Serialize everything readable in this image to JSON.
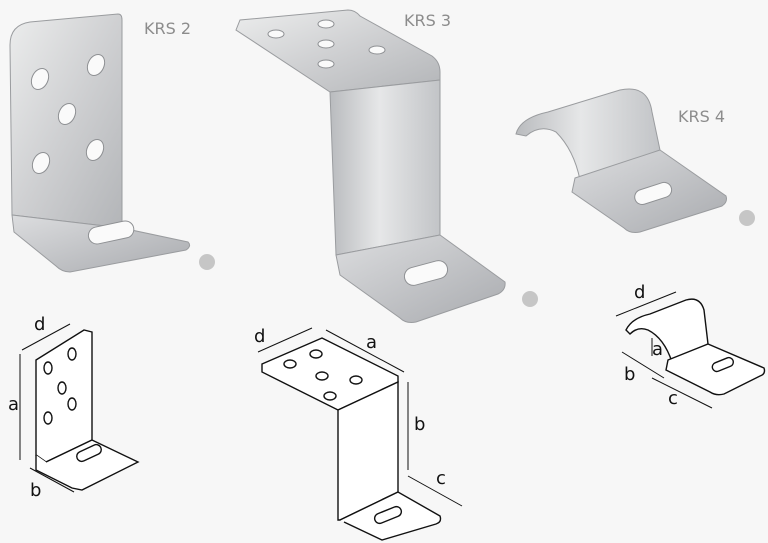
{
  "products": [
    {
      "label": "KRS 2",
      "dims": [
        "d",
        "a",
        "b"
      ]
    },
    {
      "label": "KRS 3",
      "dims": [
        "d",
        "a",
        "b",
        "c"
      ]
    },
    {
      "label": "KRS 4",
      "dims": [
        "d",
        "a",
        "b",
        "c"
      ]
    }
  ],
  "colors": {
    "background": "#f7f7f7",
    "metal_light": "#d9dadc",
    "metal_dark": "#a7a9ad",
    "dot": "#c6c6c6",
    "line": "#111111"
  }
}
